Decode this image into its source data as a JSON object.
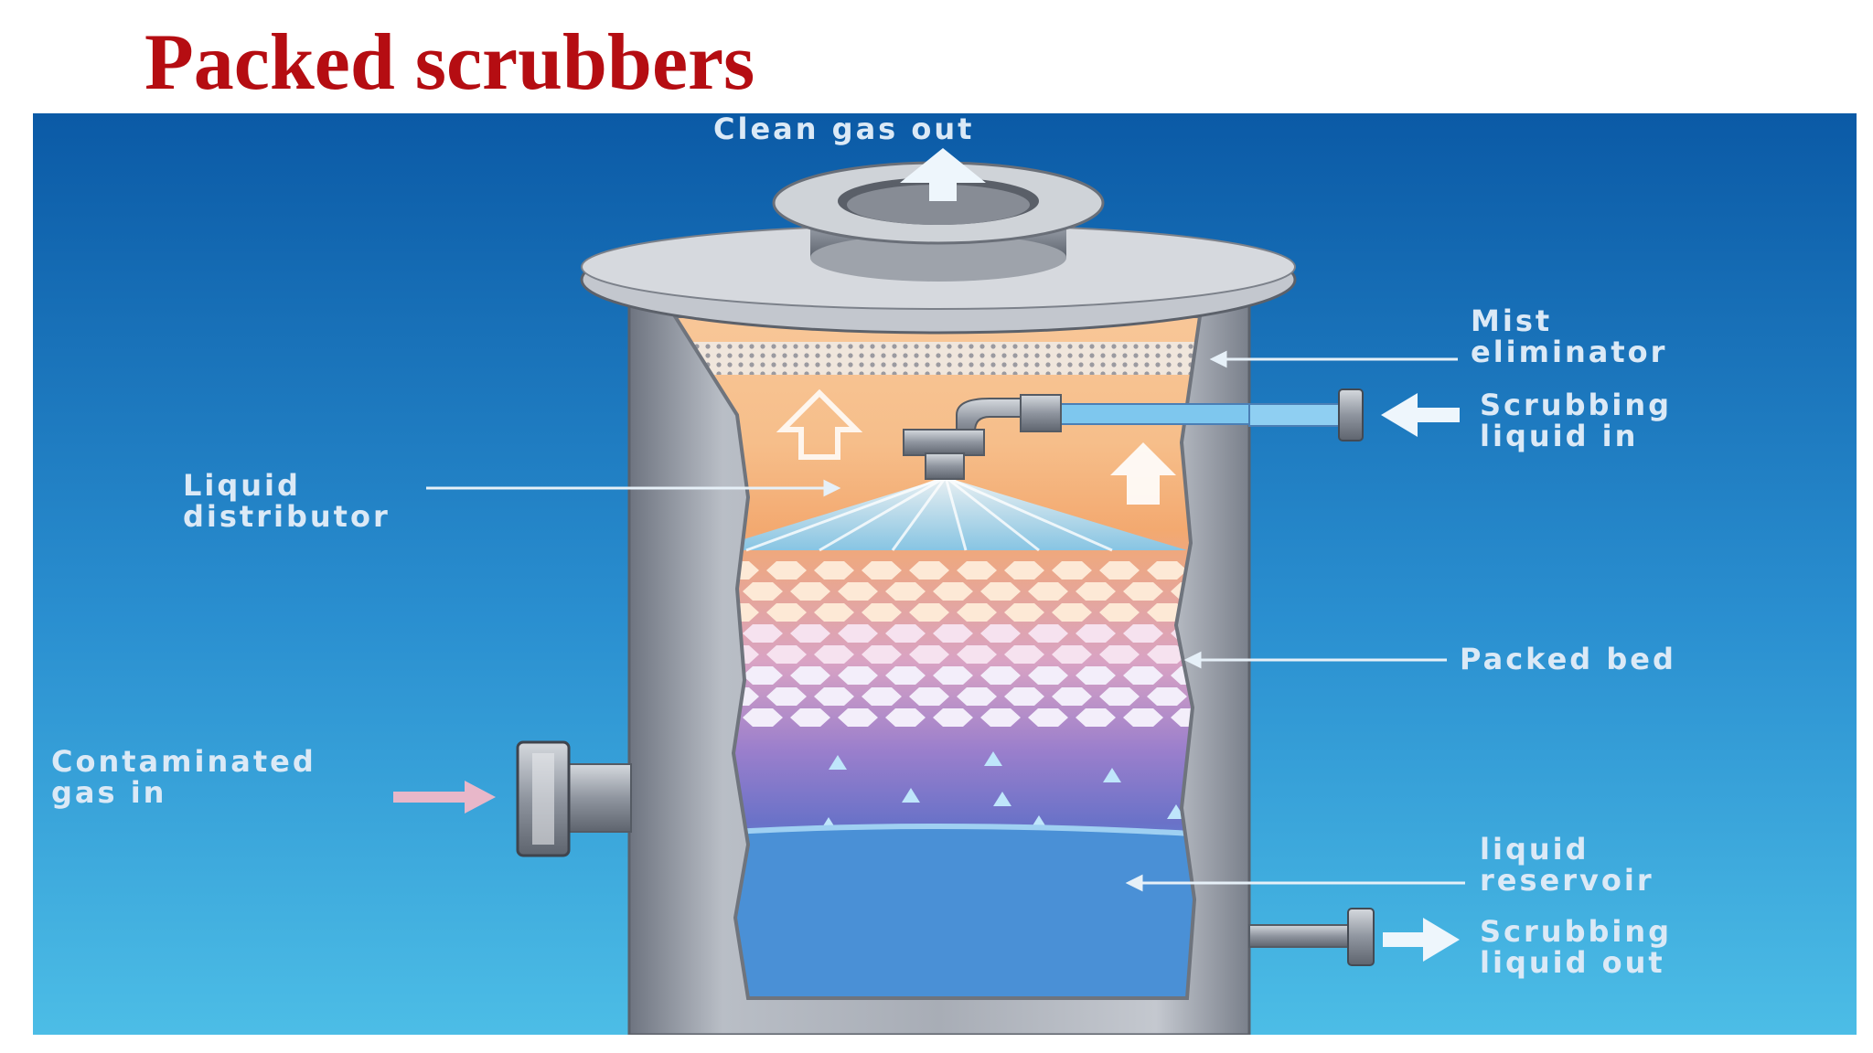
{
  "slide": {
    "title": "Packed scrubbers"
  },
  "labels": {
    "clean_gas_out": "Clean gas out",
    "mist_eliminator": [
      "Mist",
      "eliminator"
    ],
    "scrubbing_liquid_in": [
      "Scrubbing",
      "liquid in"
    ],
    "liquid_distributor": [
      "Liquid",
      "distributor"
    ],
    "packed_bed": "Packed bed",
    "contaminated_gas_in": [
      "Contaminated",
      "gas in"
    ],
    "liquid_reservoir": [
      "liquid",
      "reservoir"
    ],
    "scrubbing_liquid_out": [
      "Scrubbing",
      "liquid out"
    ]
  },
  "colors": {
    "title": "#b50d12",
    "background_top": "#0b5aa6",
    "background_bottom": "#4cbde6",
    "shell": "#9ea3ad",
    "upper_zone": "#f6be8a",
    "packing_orange": "#f2a36a",
    "packing_purple": "#a07ac8",
    "reservoir": "#4a90d6",
    "label_text": "#dbe9f6"
  },
  "icons": [
    "arrow-up-icon",
    "arrow-left-icon",
    "arrow-right-icon",
    "hollow-arrow-up-icon"
  ]
}
